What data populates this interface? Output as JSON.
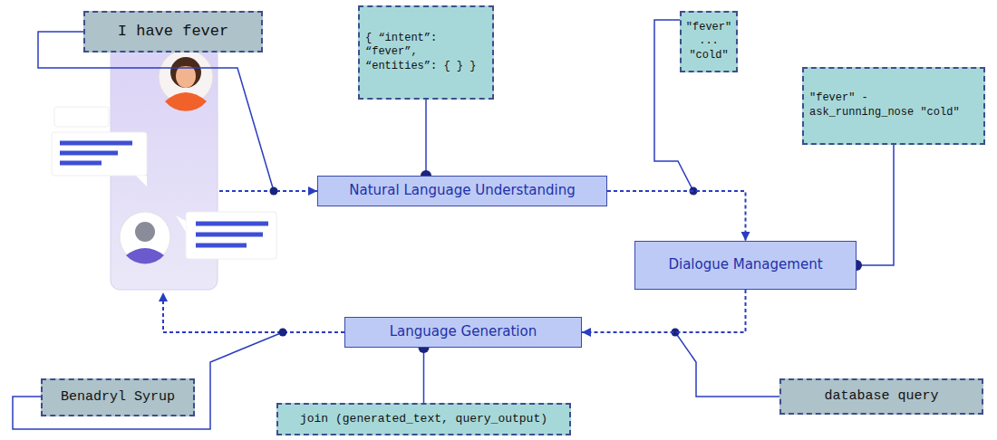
{
  "diagram": {
    "nodes": [
      {
        "text": [
          "I have fever"
        ]
      },
      {
        "text": [
          "{ “intent”: “fever”, “entities”: { } }"
        ]
      },
      {
        "text": [
          "Natural Language Understanding"
        ]
      },
      {
        "text": [
          "\"fever\" ... \"cold\""
        ]
      },
      {
        "text": [
          "Dialogue Management"
        ]
      },
      {
        "text": [
          "\"fever\" - ask_running_nose \"cold\""
        ]
      },
      {
        "text": [
          "Language Generation"
        ]
      },
      {
        "text": [
          "Benadryl Syrup"
        ]
      },
      {
        "text": [
          "join (generated_text, query_output)"
        ]
      },
      {
        "text": [
          "database query"
        ]
      }
    ],
    "edges": [
      {
        "from": 1,
        "to": 2,
        "arrow": "none"
      },
      {
        "from": 2,
        "to": 4,
        "arrow": "to"
      },
      {
        "from": 5,
        "to": 4,
        "arrow": "none"
      },
      {
        "from": 4,
        "to": 6,
        "arrow": "to"
      },
      {
        "from": 8,
        "to": 6,
        "arrow": "none"
      }
    ]
  }
}
